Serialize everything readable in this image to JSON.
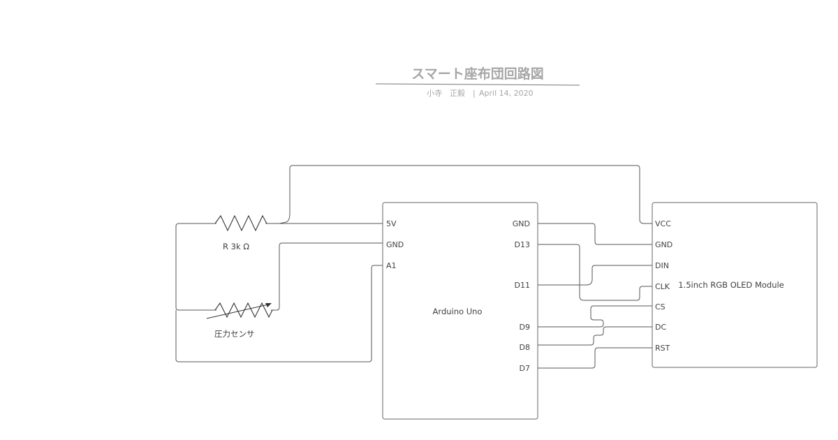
{
  "header": {
    "title": "スマート座布団回路図",
    "author": "小寺　正毅",
    "separator": "|",
    "date": "April 14, 2020"
  },
  "arduino": {
    "label": "Arduino Uno",
    "left_pins": [
      "5V",
      "GND",
      "A1"
    ],
    "right_pins": [
      "GND",
      "D13",
      "D11",
      "D9",
      "D8",
      "D7"
    ]
  },
  "oled": {
    "label": "1.5inch RGB OLED Module",
    "pins": [
      "VCC",
      "GND",
      "DIN",
      "CLK",
      "CS",
      "DC",
      "RST"
    ]
  },
  "resistor": {
    "label": "R 3k Ω"
  },
  "sensor": {
    "label": "圧力センサ"
  },
  "colors": {
    "line": "#555555",
    "title": "#a6a6a6",
    "text": "#404040"
  }
}
